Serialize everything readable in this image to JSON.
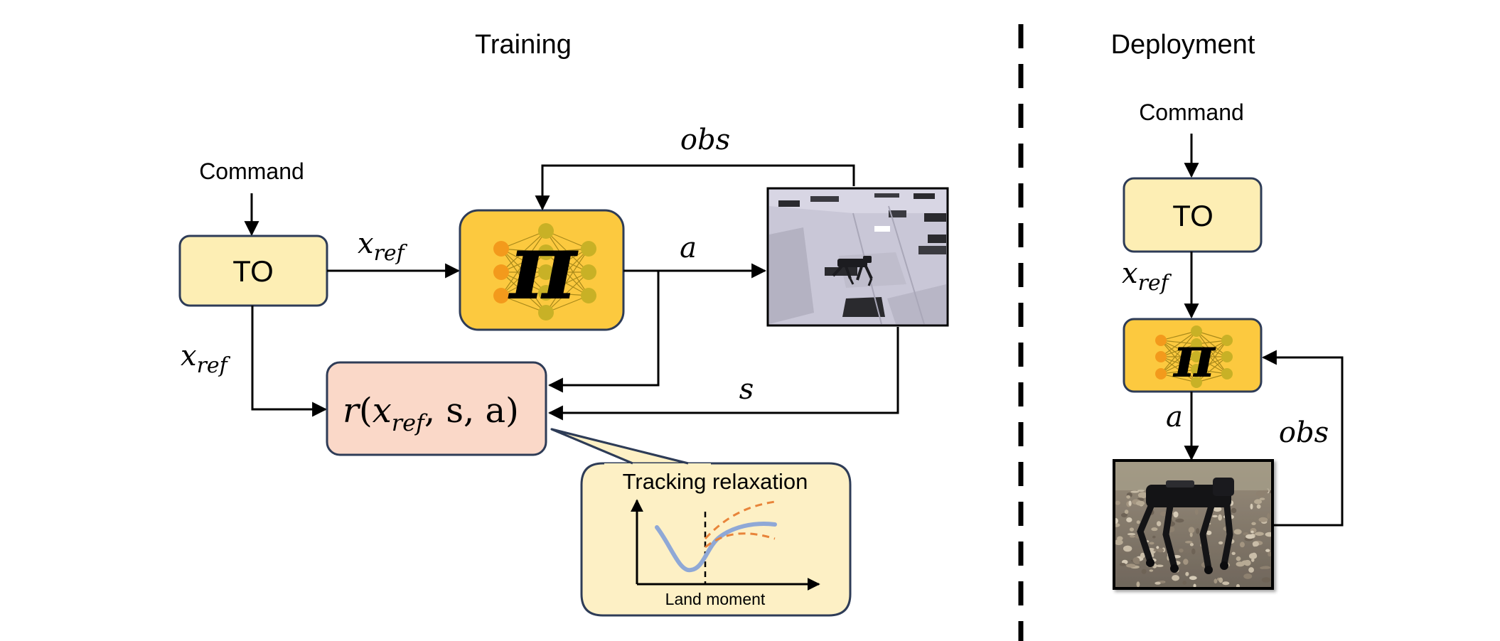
{
  "training": {
    "title": "Training",
    "command": "Command",
    "to_label": "TO",
    "policy_symbol": "π",
    "x_ref_main": "x",
    "x_ref_sub": "ref",
    "action": "a",
    "obs": "obs",
    "state": "s",
    "reward": {
      "r": "r",
      "open": "(",
      "x": "x",
      "sub": "ref",
      "args": ", s, a)"
    }
  },
  "relaxation": {
    "title": "Tracking relaxation",
    "xlabel": "Land moment"
  },
  "deployment": {
    "title": "Deployment",
    "command": "Command",
    "to_label": "TO",
    "policy_symbol": "π",
    "x_ref_main": "x",
    "x_ref_sub": "ref",
    "action": "a",
    "obs": "obs"
  },
  "colors": {
    "to_fill": "#fdeeb4",
    "policy_fill": "#fcc93f",
    "reward_fill": "#fad8c8",
    "bubble_fill": "#fdf0c5",
    "border": "#2e3c57",
    "neuron_orange": "#f39a1c",
    "neuron_olive": "#c8b126",
    "curve_blue": "#8fa8d6",
    "curve_orange": "#e8843a",
    "sim_floor": "#c8c6d6"
  },
  "icons": [
    "neural-network-icon",
    "robot-sim-icon",
    "robot-photo-icon"
  ]
}
